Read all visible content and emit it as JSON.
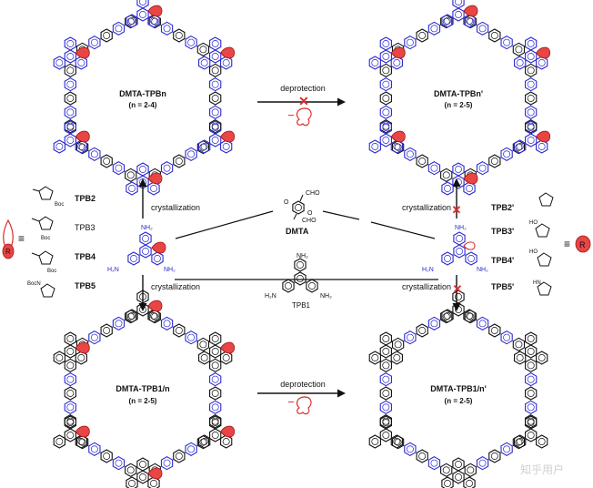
{
  "frameworks": {
    "top_left": {
      "name": "DMTA-TPBn",
      "range": "(n = 2-4)"
    },
    "top_right": {
      "name": "DMTA-TPBn'",
      "range": "(n = 2-5)"
    },
    "bottom_left": {
      "name": "DMTA-TPB1/n",
      "range": "(n = 2-5)"
    },
    "bottom_right": {
      "name": "DMTA-TPB1/n'",
      "range": "(n = 2-5)"
    }
  },
  "arrows": {
    "deprotection_top": "deprotection",
    "deprotection_bottom": "deprotection",
    "crystallization_tl": "crystallization",
    "crystallization_bl": "crystallization",
    "crystallization_tr": "crystallization",
    "crystallization_br": "crystallization"
  },
  "left_labels": [
    "TPB2",
    "TPB3",
    "TPB4",
    "TPB5"
  ],
  "right_labels": [
    "TPB2'",
    "TPB3'",
    "TPB4'",
    "TPB5'"
  ],
  "monomers": {
    "dmta": "DMTA",
    "tpb1": "TPB1",
    "cho": "CHO",
    "nh2": "NH₂",
    "h2n": "H₂N",
    "boc": "Boc",
    "bocn": "BocN",
    "hn": "HN",
    "ho": "HO"
  },
  "r_group": "R",
  "equiv": "≡",
  "watermark": "知乎用户",
  "colors": {
    "blue": "#2a2ad0",
    "red": "#d92b2b",
    "black": "#111111"
  }
}
